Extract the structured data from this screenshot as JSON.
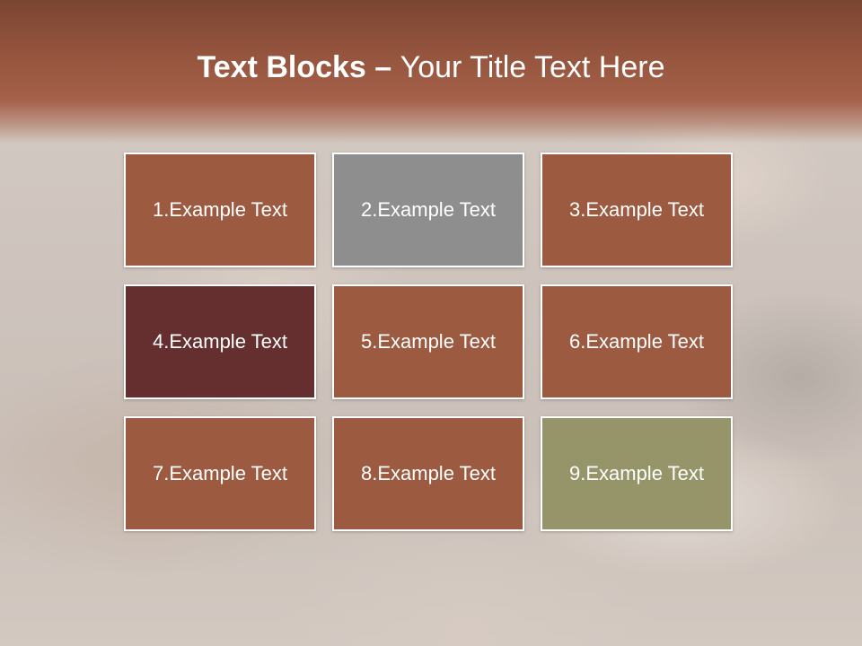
{
  "slide": {
    "title_bold": "Text Blocks",
    "title_dash": " – ",
    "title_rest": "Your Title Text Here"
  },
  "blocks": [
    {
      "label": "1.Example Text",
      "color": "#9c5a40"
    },
    {
      "label": "2.Example Text",
      "color": "#8e8e8e"
    },
    {
      "label": "3.Example Text",
      "color": "#9c5a40"
    },
    {
      "label": "4.Example Text",
      "color": "#642f2e"
    },
    {
      "label": "5.Example Text",
      "color": "#9c5a40"
    },
    {
      "label": "6.Example Text",
      "color": "#9c5a40"
    },
    {
      "label": "7.Example Text",
      "color": "#9c5a40"
    },
    {
      "label": "8.Example Text",
      "color": "#9c5a40"
    },
    {
      "label": "9.Example Text",
      "color": "#96956a"
    }
  ],
  "colors": {
    "header_band": "#96553e",
    "text": "#ffffff"
  }
}
